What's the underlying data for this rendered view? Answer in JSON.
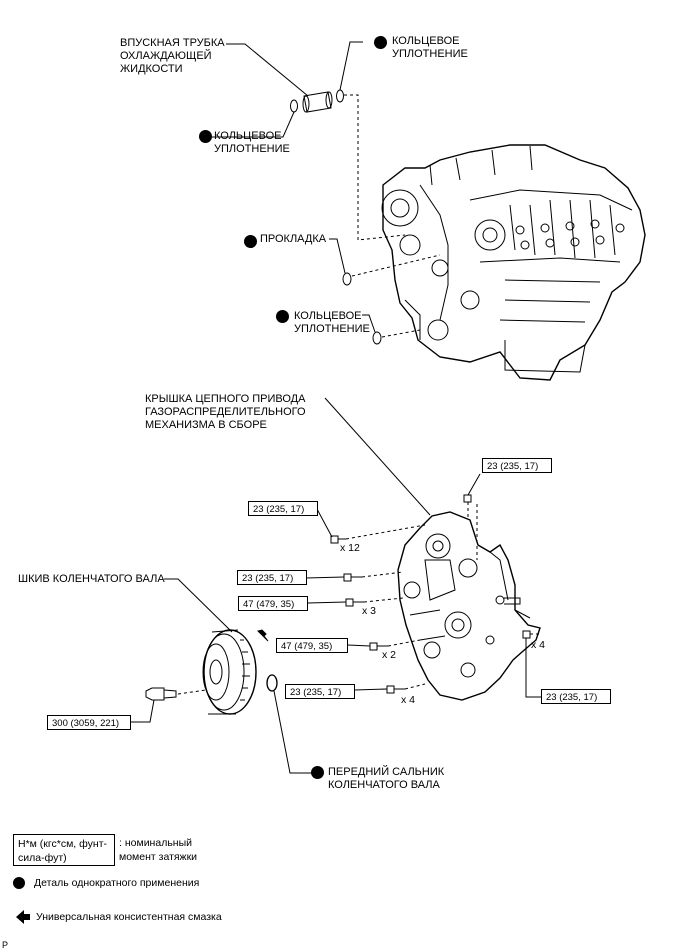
{
  "labels": {
    "inlet_pipe": "ВПУСКНАЯ ТРУБКА\nОХЛАЖДАЮЩЕЙ\nЖИДКОСТИ",
    "o_ring_top": "КОЛЬЦЕВОЕ\nУПЛОТНЕНИЕ",
    "o_ring_left": "КОЛЬЦЕВОЕ\nУПЛОТНЕНИЕ",
    "gasket": "ПРОКЛАДКА",
    "o_ring_lower": "КОЛЬЦЕВОЕ\nУПЛОТНЕНИЕ",
    "timing_cover": "КРЫШКА ЦЕПНОГО ПРИВОДА\nГАЗОРАСПРЕДЕЛИТЕЛЬНОГО\nМЕХАНИЗМА В СБОРЕ",
    "crank_pulley": "ШКИВ КОЛЕНЧАТОГО ВАЛА",
    "front_seal": "ПЕРЕДНИЙ САЛЬНИК\nКОЛЕНЧАТОГО ВАЛА"
  },
  "torque": {
    "t1": "23 (235, 17)",
    "t2": "23 (235, 17)",
    "t3": "23 (235, 17)",
    "t4": "47 (479, 35)",
    "t5": "47 (479, 35)",
    "t6": "23 (235, 17)",
    "t7": "23 (235, 17)",
    "t8": "300 (3059, 221)"
  },
  "multipliers": {
    "m1": "x 12",
    "m2": "x 3",
    "m3": "x 2",
    "m4": "x 4",
    "m5": "x 4"
  },
  "legend": {
    "torque_unit": "Н*м (кгс*см, фунт-\nсила-фут)",
    "torque_desc": ": номинальный\nмомент затяжки",
    "non_reusable": "Деталь однократного применения",
    "grease": "Универсальная консистентная смазка"
  },
  "footer": {
    "code": "P"
  },
  "colors": {
    "ink": "#000000",
    "paper": "#ffffff"
  }
}
